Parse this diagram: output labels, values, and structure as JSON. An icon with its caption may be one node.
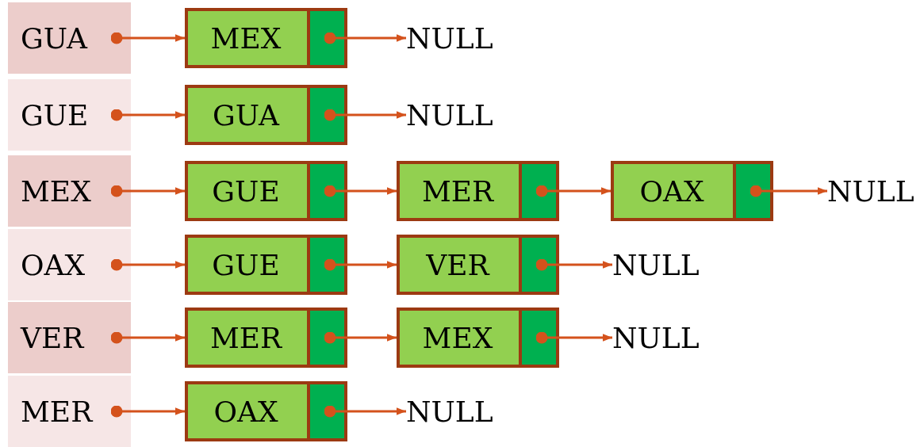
{
  "diagram": {
    "nodes": [
      {
        "text": [
          "GUA"
        ]
      },
      {
        "text": [
          "MEX"
        ]
      },
      {
        "text": [],
        "shape": "box",
        "in": 1
      },
      {
        "text": [
          "NULL"
        ]
      },
      {
        "text": [
          "GUE"
        ]
      },
      {
        "text": [
          "GUA"
        ]
      },
      {
        "text": [],
        "shape": "box",
        "in": 5
      },
      {
        "text": [
          "NULL"
        ]
      },
      {
        "text": [
          "MEX"
        ]
      },
      {
        "text": [
          "GUE"
        ]
      },
      {
        "text": [],
        "shape": "box",
        "in": 9
      },
      {
        "text": [
          "MER"
        ]
      },
      {
        "text": [],
        "shape": "box",
        "in": 11
      },
      {
        "text": [
          "OAX"
        ]
      },
      {
        "text": [],
        "shape": "box",
        "in": 13
      },
      {
        "text": [
          "NULL"
        ]
      },
      {
        "text": [
          "OAX"
        ]
      },
      {
        "text": [
          "GUE"
        ]
      },
      {
        "text": [],
        "shape": "box",
        "in": 17
      },
      {
        "text": [
          "VER"
        ]
      },
      {
        "text": [],
        "shape": "box",
        "in": 19
      },
      {
        "text": [
          "NULL"
        ]
      },
      {
        "text": [
          "VER"
        ]
      },
      {
        "text": [
          "MER"
        ]
      },
      {
        "text": [],
        "shape": "box",
        "in": 23
      },
      {
        "text": [
          "MEX"
        ]
      },
      {
        "text": [],
        "shape": "box",
        "in": 25
      },
      {
        "text": [
          "NULL"
        ]
      },
      {
        "text": [
          "MER"
        ]
      },
      {
        "text": [
          "OAX"
        ]
      },
      {
        "text": [],
        "shape": "box",
        "in": 29
      },
      {
        "text": [
          "NULL"
        ]
      }
    ],
    "edges": [
      {
        "from": 0,
        "to": 1,
        "arrow": "to"
      },
      {
        "from": 2,
        "to": 3,
        "arrow": "to"
      },
      {
        "from": 4,
        "to": 5,
        "arrow": "to"
      },
      {
        "from": 6,
        "to": 7,
        "arrow": "to"
      },
      {
        "from": 8,
        "to": 9,
        "arrow": "to"
      },
      {
        "from": 10,
        "to": 11,
        "arrow": "to"
      },
      {
        "from": 12,
        "to": 13,
        "arrow": "to"
      },
      {
        "from": 14,
        "to": 15,
        "arrow": "to"
      },
      {
        "from": 16,
        "to": 17,
        "arrow": "to"
      },
      {
        "from": 18,
        "to": 19,
        "arrow": "to"
      },
      {
        "from": 20,
        "to": 21,
        "arrow": "to"
      },
      {
        "from": 22,
        "to": 23,
        "arrow": "to"
      },
      {
        "from": 24,
        "to": 25,
        "arrow": "to"
      },
      {
        "from": 26,
        "to": 27,
        "arrow": "to"
      },
      {
        "from": 28,
        "to": 29,
        "arrow": "to"
      },
      {
        "from": 30,
        "to": 31,
        "arrow": "to"
      }
    ]
  }
}
